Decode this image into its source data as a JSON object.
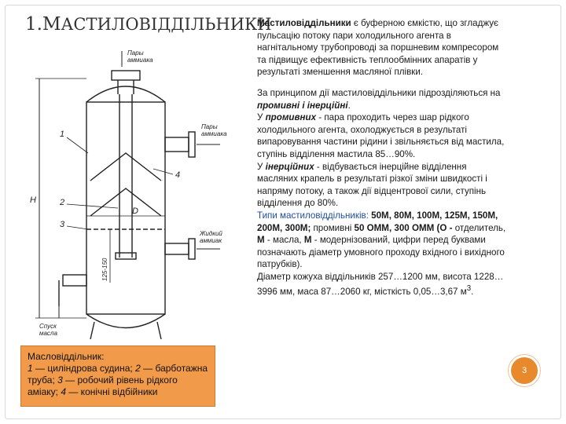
{
  "slide": {
    "title_initial": "1.М",
    "title_rest": "АСТИЛОВІДДІЛЬНИКИ",
    "page_number": "3"
  },
  "intro": {
    "lead_bold": "Мастиловіддільники",
    "lead_text": " є буферною ємкістю, що згладжує пульсацію потоку пари холодильного агента в нагнітальному трубопроводі за поршневим компресором та підвищує ефективність теплообмінних апаратів у результаті зменшення масляної плівки."
  },
  "principle": {
    "text_a": "За принципом дії мастиловіддільники підрозділяються на ",
    "bold_a": "промивні і інерційні",
    "text_b": ".",
    "line2_a": "У ",
    "bold_b": "промивних",
    "line2_b": " - пара проходить через шар рідкого холодильного агента, охолоджується в результаті випаровування частини рідини і звільняється від мастила, ступінь відділення мастила 85…90%.",
    "line3_a": "У ",
    "bold_c": "інерційних",
    "line3_b": " - відбувається інерційне відділення масляних крапель в результаті різкої зміни швидкості і напряму потоку, а також дії відцентрової сили, ступінь відділення до 80%."
  },
  "types": {
    "label": "Типи мастиловіддільників: ",
    "inertial_models": "50М, 80М, 100М, 125М, 150М, 200М, 300М;",
    "wash_label": " промивні ",
    "wash_models": "50 ОММ, 300 ОММ (О - ",
    "otdelitel": " отделитель, ",
    "m_bold": "М",
    "maslo": " - масла, ",
    "m2_bold": "М",
    "rest": " - модернізований, цифри перед буквами позначають діаметр умовного проходу вхідного і вихідного патрубків).",
    "specs_a": "Діаметр кожуха віддільників 257…1200 мм, висота 1228…3996 мм, маса 87…2060 кг, місткість 0,05…3,67 м",
    "specs_sup": "3",
    "specs_end": "."
  },
  "drawing": {
    "label_vapor_top_1": "Пары",
    "label_vapor_top_2": "аммиака",
    "label_vapor_side_1": "Пары",
    "label_vapor_side_2": "аммиака",
    "label_liquid_1": "Жидкий",
    "label_liquid_2": "аммиак",
    "label_drain_1": "Спуск",
    "label_drain_2": "масла",
    "dim_h": "H",
    "dim_d": "D",
    "dim_range": "125-150",
    "callout_1": "1",
    "callout_2": "2",
    "callout_3": "3",
    "callout_4": "4"
  },
  "caption": {
    "line1": "Масловіддільник:",
    "c1": "1",
    "t1": " — циліндрова судина; ",
    "c2": "2",
    "t2": " — барботажна труба; ",
    "c3": "3",
    "t3": " — робочий рівень рідкого аміаку; ",
    "c4": "4",
    "t4": " — конічні відбійники"
  },
  "colors": {
    "caption_bg": "#f09a4a",
    "badge": "#e8892b",
    "types_text": "#1e4e9a"
  }
}
